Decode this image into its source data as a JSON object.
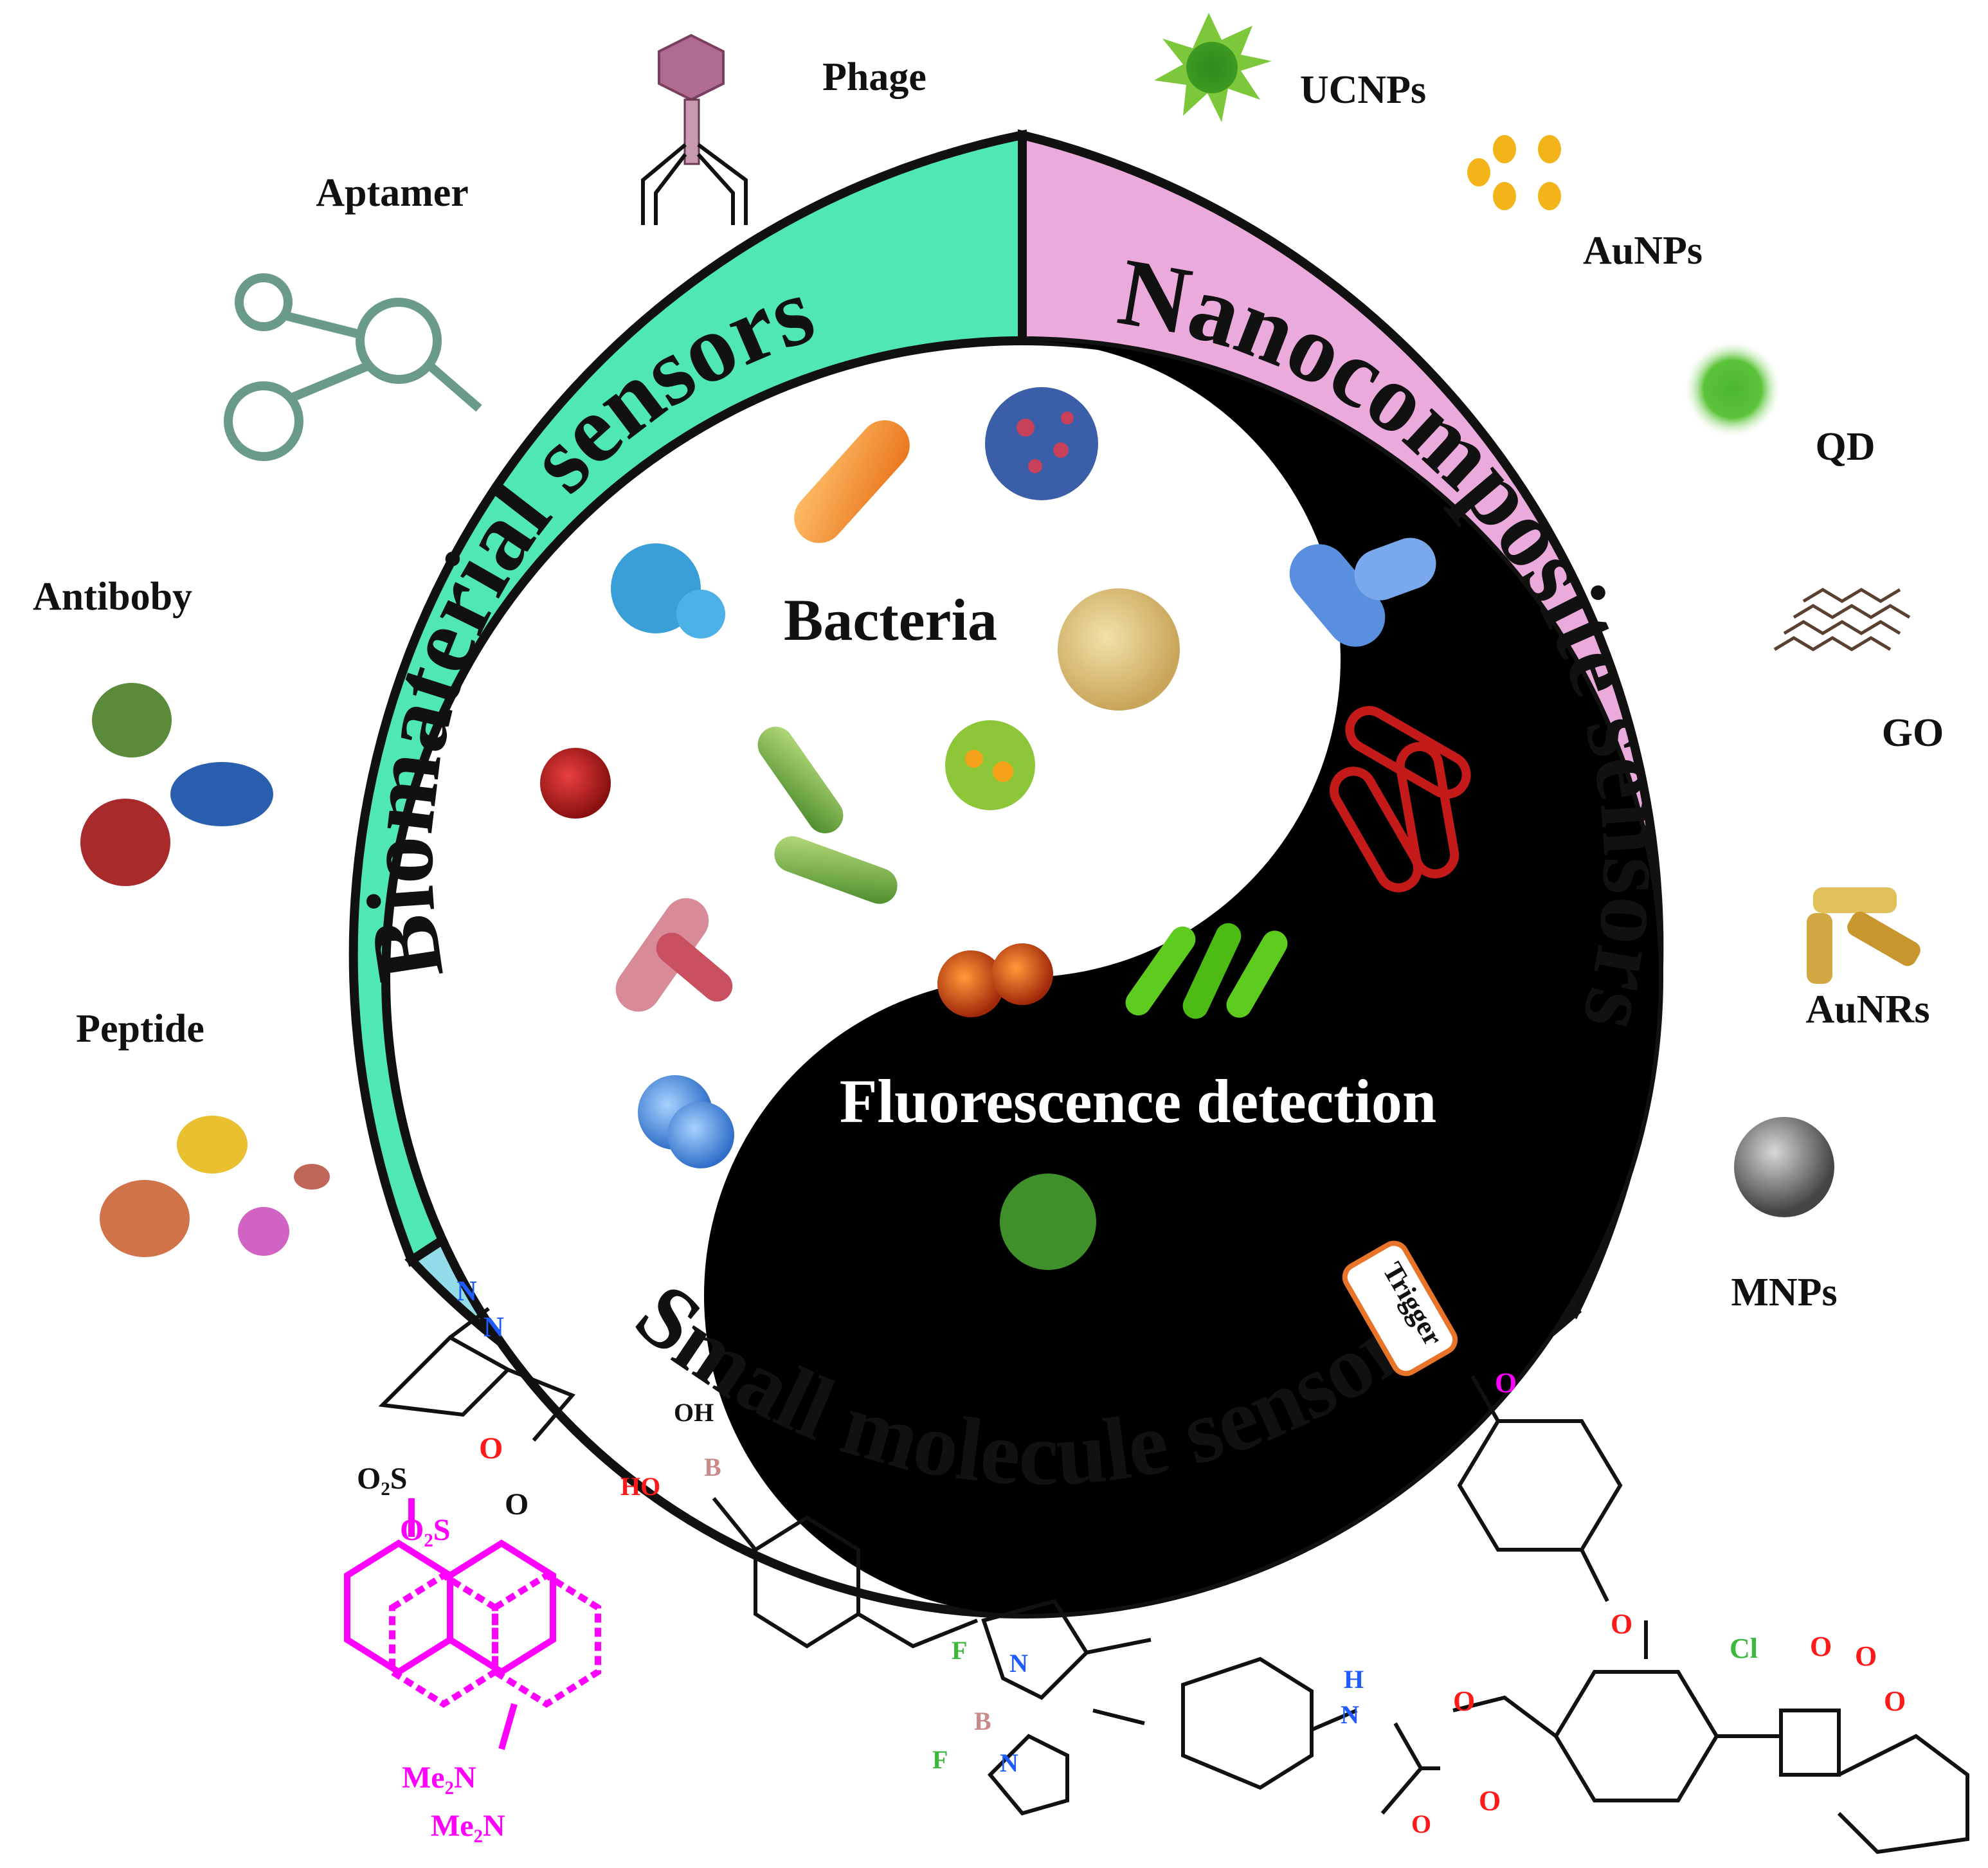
{
  "colors": {
    "biomaterial": "#4fe8b4",
    "nanocomposite": "#eaaadb",
    "small_molecule": "#93dbe8",
    "ring_border": "#111111",
    "phosphor_magenta": "#ff00ff",
    "oxygen_red": "#ff1a1a",
    "nitrogen_blue": "#1f5cff",
    "boron_pink": "#c98a8a",
    "fluorine_green": "#3cb83c",
    "trigger_orange": "#e8742a"
  },
  "ring": {
    "biomaterial_label": "Biomaterial sensors",
    "nanocomposite_label": "Nanocomposite sensors",
    "small_molecule_label": "Small molecule sensors"
  },
  "center": {
    "bacteria_label": "Bacteria",
    "fluorescence_label": "Fluorescence detection"
  },
  "biomaterials": {
    "phage": "Phage",
    "aptamer": "Aptamer",
    "antibody": "Antiboby",
    "peptide": "Peptide"
  },
  "nanomaterials": {
    "ucnps": "UCNPs",
    "aunps": "AuNPs",
    "qd": "QD",
    "go": "GO",
    "aunrs": "AuNRs",
    "mnps": "MNPs"
  },
  "chemistry": {
    "trigger": "Trigger",
    "oh": "OH",
    "ho": "HO",
    "b": "B",
    "o2s_top": "O₂S",
    "o2s_mid": "O₂S",
    "o": "O",
    "n": "N",
    "f": "F",
    "h": "H",
    "cl": "Cl",
    "me2n": "Me₂N"
  }
}
